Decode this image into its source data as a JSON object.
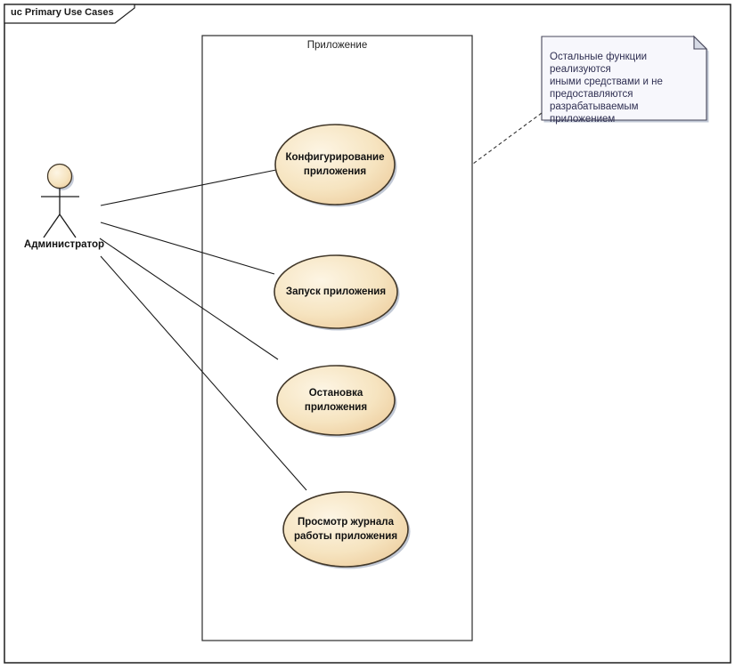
{
  "frame": {
    "tag": "uc Primary Use Cases"
  },
  "system_boundary": {
    "label": "Приложение"
  },
  "actor": {
    "label": "Администратор"
  },
  "use_cases": [
    {
      "id": "configure-application",
      "line1": "Конфигурирование",
      "line2": "приложения"
    },
    {
      "id": "start-application",
      "line1": "Запуск приложения",
      "line2": ""
    },
    {
      "id": "stop-application",
      "line1": "Остановка",
      "line2": "приложения"
    },
    {
      "id": "view-application-log",
      "line1": "Просмотр журнала",
      "line2": "работы приложения"
    }
  ],
  "note": {
    "line1": "Остальные функции реализуются",
    "line2": "иными средствами и не",
    "line3": "предоставляются",
    "line4": "разрабатываемым приложением"
  },
  "colors": {
    "use_case_fill_light": "#FDF5E4",
    "use_case_fill_mid": "#F6E4C0",
    "use_case_fill_dark": "#EBC795",
    "use_case_border": "#42382A",
    "note_fill": "#F7F7FC",
    "note_fold": "#D6DAE5",
    "note_border": "#47475A",
    "shadow": "#B6BECE",
    "line": "#1A1A1A"
  }
}
